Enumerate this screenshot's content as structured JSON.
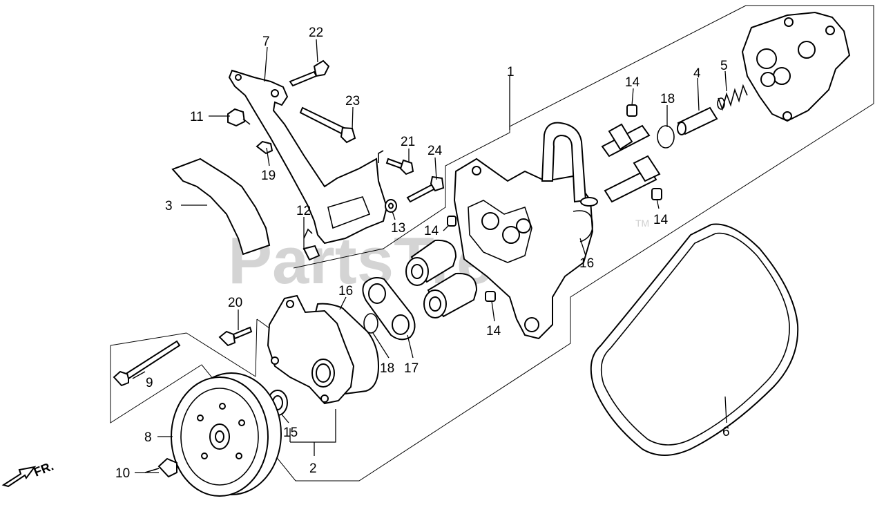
{
  "diagram": {
    "watermark": "PartsTree",
    "trademark": "TM",
    "direction_label": "FR.",
    "callouts": {
      "c1": "1",
      "c2": "2",
      "c3": "3",
      "c4": "4",
      "c5": "5",
      "c6": "6",
      "c7": "7",
      "c8": "8",
      "c9": "9",
      "c10": "10",
      "c11": "11",
      "c12": "12",
      "c13": "13",
      "c14a": "14",
      "c14b": "14",
      "c14c": "14",
      "c14d": "14",
      "c15": "15",
      "c16a": "16",
      "c16b": "16",
      "c17": "17",
      "c18a": "18",
      "c18b": "18",
      "c19": "19",
      "c20": "20",
      "c21": "21",
      "c22": "22",
      "c23": "23",
      "c24": "24"
    }
  }
}
